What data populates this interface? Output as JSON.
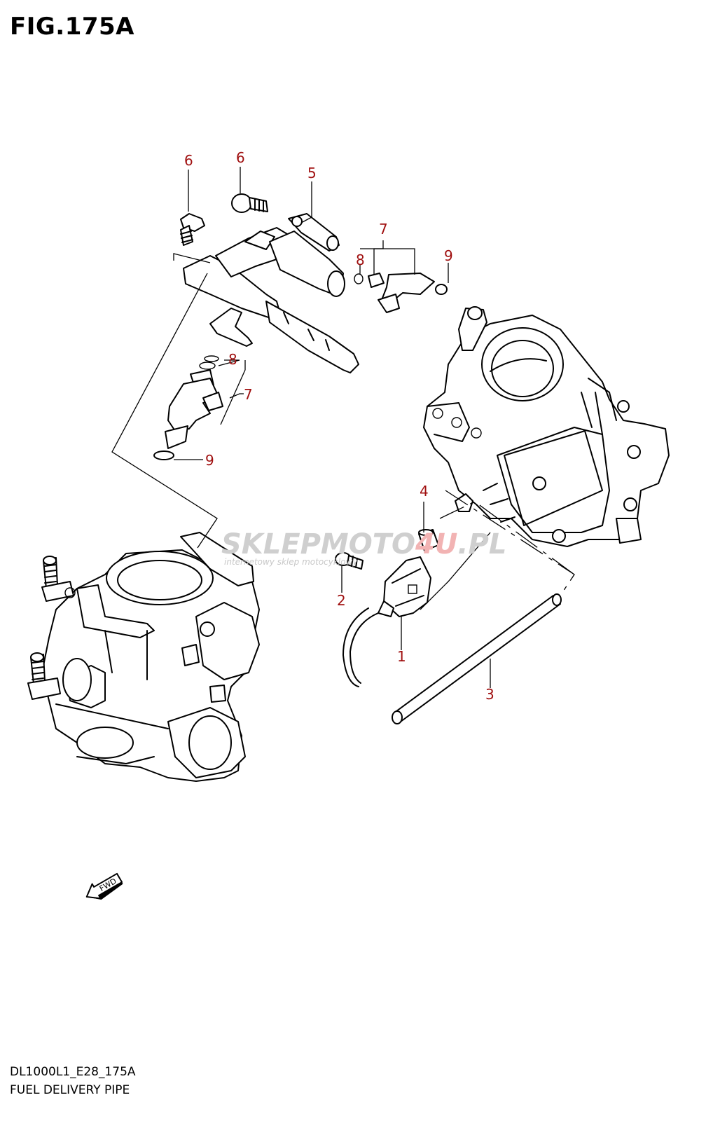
{
  "figure": {
    "title": "FIG.175A",
    "code": "DL1000L1_E28_175A",
    "name": "FUEL DELIVERY PIPE"
  },
  "callouts": [
    "1",
    "2",
    "3",
    "4",
    "5",
    "6",
    "6",
    "7",
    "7",
    "8",
    "8",
    "9",
    "9"
  ],
  "watermark": {
    "brand_a": "SKLEPMOTO",
    "brand_b": "4U",
    "brand_c": ".PL",
    "tagline": "internetowy sklep motocyklowy"
  },
  "fwd_label": "FWD",
  "colors": {
    "callout": "#a01010",
    "line": "#000000",
    "watermark_grey": "#cfcfcf",
    "watermark_red": "#f2b3b3"
  }
}
